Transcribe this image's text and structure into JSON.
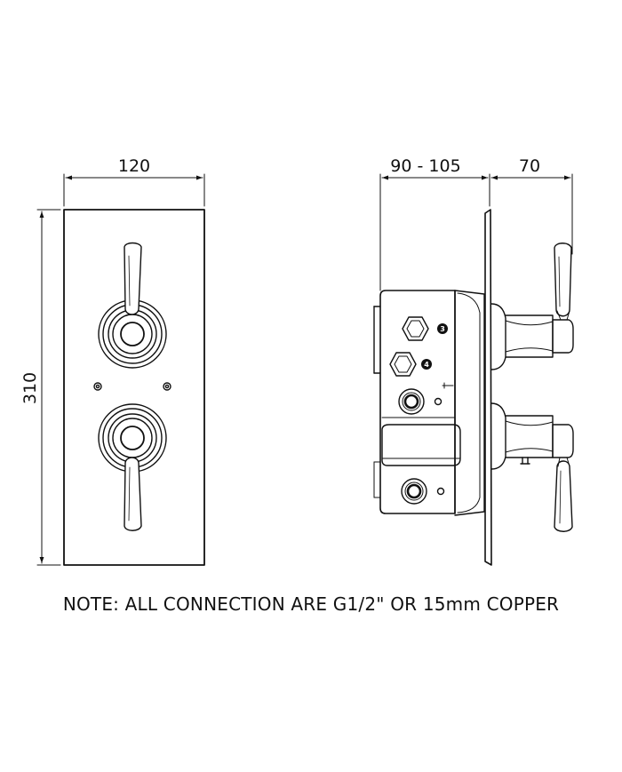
{
  "front_view": {
    "width_label": "120",
    "height_label": "310"
  },
  "side_view": {
    "depth_label": "90 - 105",
    "projection_label": "70",
    "port_labels": [
      "3",
      "4"
    ]
  },
  "note": "NOTE: ALL CONNECTION ARE G1/2\" OR 15mm COPPER",
  "colors": {
    "line": "#111111",
    "background": "#ffffff"
  }
}
